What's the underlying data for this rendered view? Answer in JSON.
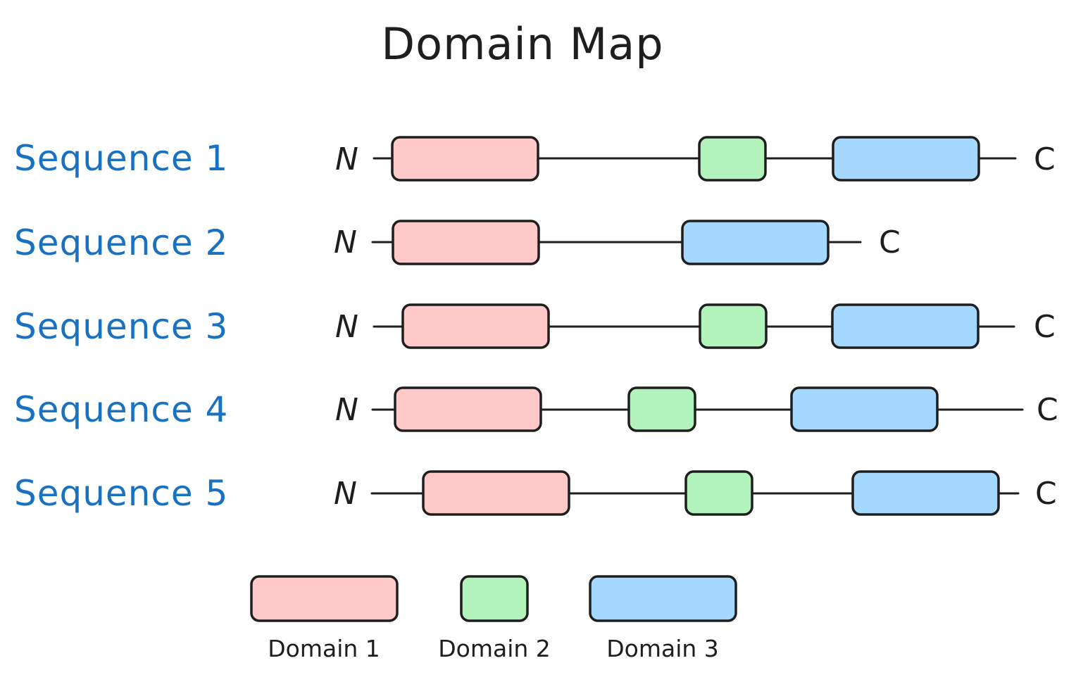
{
  "title": "Domain Map",
  "terminal_labels": {
    "n": "N",
    "c": "C"
  },
  "domain_types": [
    {
      "id": "d1",
      "label": "Domain 1",
      "color": "#ffc9c9"
    },
    {
      "id": "d2",
      "label": "Domain 2",
      "color": "#b2f2bb"
    },
    {
      "id": "d3",
      "label": "Domain 3",
      "color": "#a5d8ff"
    }
  ],
  "colors": {
    "label_text": "#1971c2",
    "stroke": "#1e1e1e",
    "background": "#ffffff"
  },
  "sequences": [
    {
      "label": "Sequence 1",
      "domains": [
        "d1",
        "d2",
        "d3"
      ]
    },
    {
      "label": "Sequence 2",
      "domains": [
        "d1",
        "d3"
      ]
    },
    {
      "label": "Sequence 3",
      "domains": [
        "d1",
        "d2",
        "d3"
      ]
    },
    {
      "label": "Sequence 4",
      "domains": [
        "d1",
        "d2",
        "d3"
      ]
    },
    {
      "label": "Sequence 5",
      "domains": [
        "d1",
        "d2",
        "d3"
      ]
    }
  ]
}
